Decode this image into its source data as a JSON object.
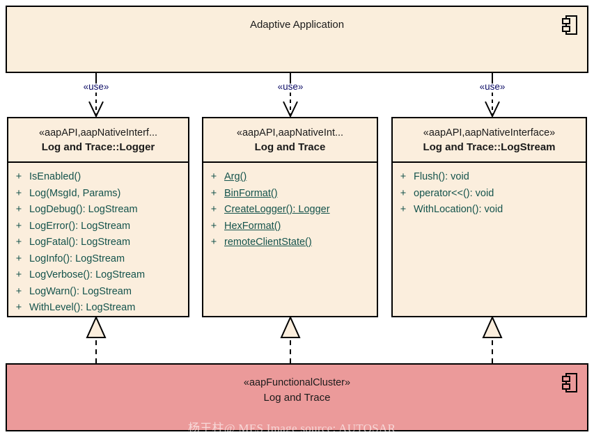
{
  "diagram": {
    "title": "Adaptive Application",
    "watermark": "杨王柱@ MES Image source:  AUTOSAR",
    "colors": {
      "component_fill": "#faeedc",
      "class_fill": "#fbeedd",
      "cluster_fill": "#eb9a9a",
      "border": "#000000",
      "member_text": "#14534c",
      "stereotype_text": "#0d0d66"
    }
  },
  "top_component": {
    "name": "Adaptive Application",
    "icon": "component-icon"
  },
  "connectors": {
    "use_label_1": "«use»",
    "use_label_2": "«use»",
    "use_label_3": "«use»"
  },
  "classes": [
    {
      "stereotype": "«aapAPI,aapNativeInterf...",
      "name": "Log and Trace::Logger",
      "members": [
        {
          "visibility": "+",
          "signature": "IsEnabled()",
          "static": false
        },
        {
          "visibility": "+",
          "signature": "Log(MsgId, Params)",
          "static": false
        },
        {
          "visibility": "+",
          "signature": "LogDebug(): LogStream",
          "static": false
        },
        {
          "visibility": "+",
          "signature": "LogError(): LogStream",
          "static": false
        },
        {
          "visibility": "+",
          "signature": "LogFatal(): LogStream",
          "static": false
        },
        {
          "visibility": "+",
          "signature": "LogInfo(): LogStream",
          "static": false
        },
        {
          "visibility": "+",
          "signature": "LogVerbose(): LogStream",
          "static": false
        },
        {
          "visibility": "+",
          "signature": "LogWarn(): LogStream",
          "static": false
        },
        {
          "visibility": "+",
          "signature": "WithLevel(): LogStream",
          "static": false
        }
      ]
    },
    {
      "stereotype": "«aapAPI,aapNativeInt...",
      "name": "Log and Trace",
      "members": [
        {
          "visibility": "+",
          "signature": "Arg()",
          "static": true
        },
        {
          "visibility": "+",
          "signature": "BinFormat()",
          "static": true
        },
        {
          "visibility": "+",
          "signature": "CreateLogger(): Logger",
          "static": true
        },
        {
          "visibility": "+",
          "signature": "HexFormat()",
          "static": true
        },
        {
          "visibility": "+",
          "signature": "remoteClientState()",
          "static": true
        }
      ]
    },
    {
      "stereotype": "«aapAPI,aapNativeInterface»",
      "name": "Log and Trace::LogStream",
      "members": [
        {
          "visibility": "+",
          "signature": "Flush(): void",
          "static": false
        },
        {
          "visibility": "+",
          "signature": "operator<<(): void",
          "static": false
        },
        {
          "visibility": "+",
          "signature": "WithLocation(): void",
          "static": false
        }
      ]
    }
  ],
  "bottom_component": {
    "stereotype": "«aapFunctionalCluster»",
    "name": "Log and Trace",
    "icon": "component-icon"
  }
}
